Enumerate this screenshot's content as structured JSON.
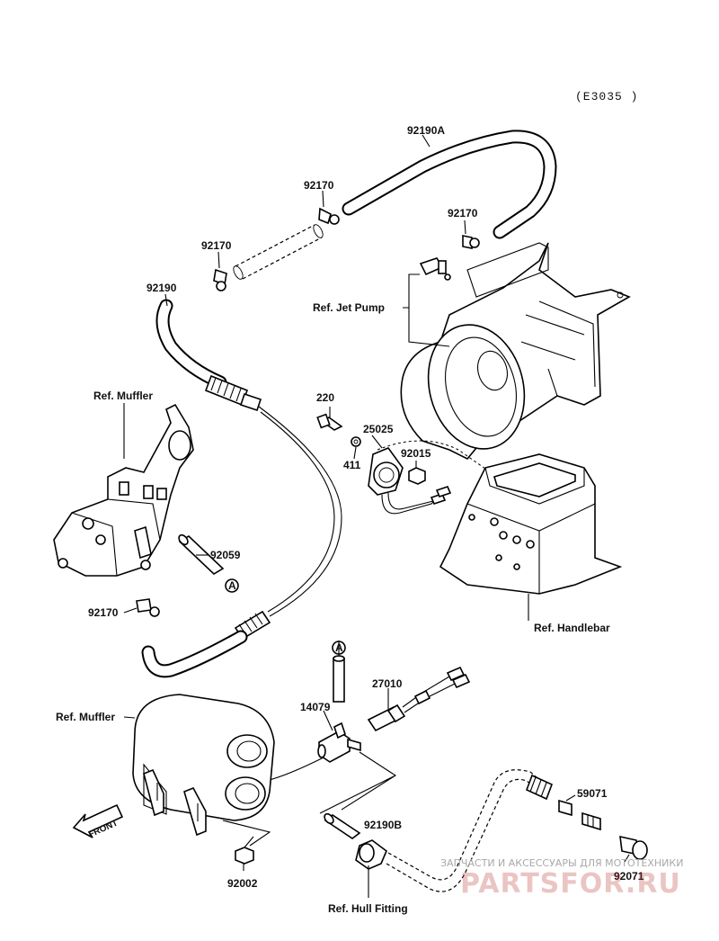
{
  "diagram_code": "(E3035 )",
  "labels": {
    "p92190A": "92190A",
    "p92170_top": "92170",
    "p92170_left": "92170",
    "p92170_right": "92170",
    "p92190": "92190",
    "ref_jet_pump": "Ref. Jet Pump",
    "ref_muffler_top": "Ref. Muffler",
    "p220": "220",
    "p25025": "25025",
    "p411": "411",
    "p92015": "92015",
    "p92059": "92059",
    "ref_handlebar": "Ref. Handlebar",
    "p92170_lower": "92170",
    "ref_muffler_bottom": "Ref. Muffler",
    "marker_a_upper": "A",
    "marker_a_lower": "A",
    "p27010": "27010",
    "p14079": "14079",
    "front": "FRONT",
    "p92190B": "92190B",
    "p59071": "59071",
    "p92071": "92071",
    "p92002": "92002",
    "ref_hull_fitting": "Ref. Hull Fitting"
  },
  "watermark": {
    "caption": "ЗАПЧАСТИ И АКСЕССУАРЫ ДЛЯ МОТОТЕХНИКИ",
    "brand": "PARTSFOR.RU"
  }
}
